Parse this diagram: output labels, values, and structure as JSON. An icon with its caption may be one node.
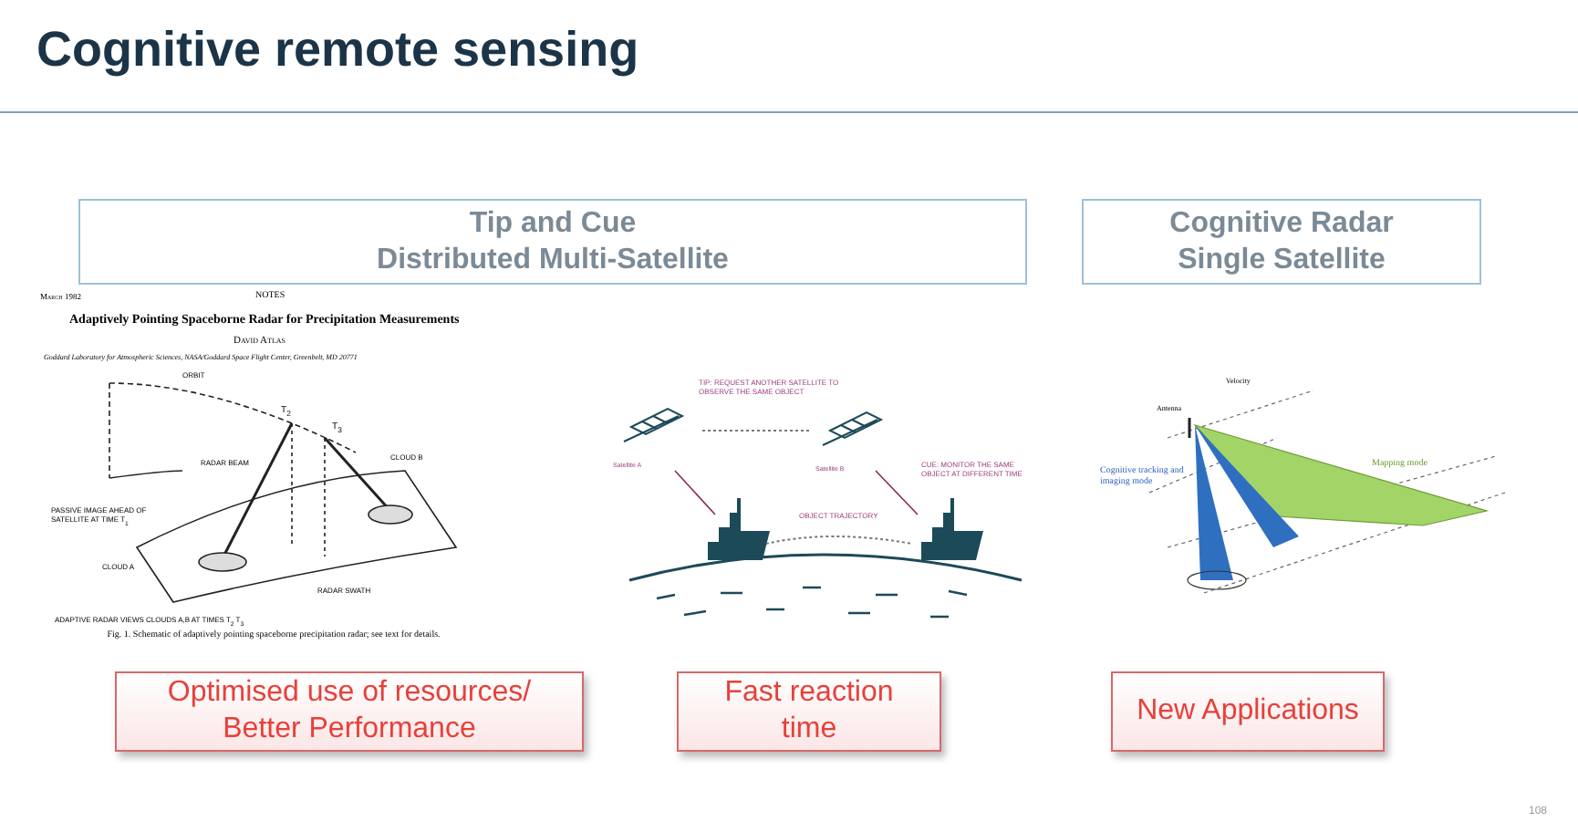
{
  "diagram": {
    "title": "Cognitive remote sensing",
    "nodes": [
      {
        "text": [
          "Tip and Cue",
          "Distributed Multi-Satellite"
        ]
      },
      {
        "text": [
          "Cognitive Radar",
          "Single Satellite"
        ]
      },
      {
        "text": [
          "Optimised use of resources/ Better Performance"
        ]
      },
      {
        "text": [
          "Fast reaction time"
        ]
      },
      {
        "text": [
          "New Applications"
        ]
      }
    ],
    "edges": [],
    "labels": [
      "March 1982",
      "NOTES",
      "Adaptively Pointing Spaceborne Radar for Precipitation Measurements",
      "David Atlas",
      "Goddard Laboratory for Atmospheric Sciences, NASA/Goddard Space Flight Center, Greenbelt, MD 20771",
      "ORBIT",
      "T$_{2}$",
      "T$_{3}$",
      "RADAR BEAM",
      "CLOUD B",
      "PASSIVE IMAGE AHEAD OF SATELLITE AT TIME T$_{1}$",
      "CLOUD A",
      "RADAR SWATH",
      "ADAPTIVE RADAR VIEWS CLOUDS A,B AT TIMES T$_{2}$ T$_{3}$",
      "Fig. 1. Schematic of adaptively pointing spaceborne precipitation radar; see text for details.",
      "TIP: REQUEST ANOTHER SATELLITE TO OBSERVE THE SAME OBJECT",
      "Satellite A",
      "Satellite B",
      "CUE: MONITOR THE SAME OBJECT AT DIFFERENT TIME",
      "OBJECT TRAJECTORY",
      "Antenna",
      "Velocity",
      "Cognitive tracking and imaging mode",
      "Mapping mode",
      "108"
    ]
  }
}
